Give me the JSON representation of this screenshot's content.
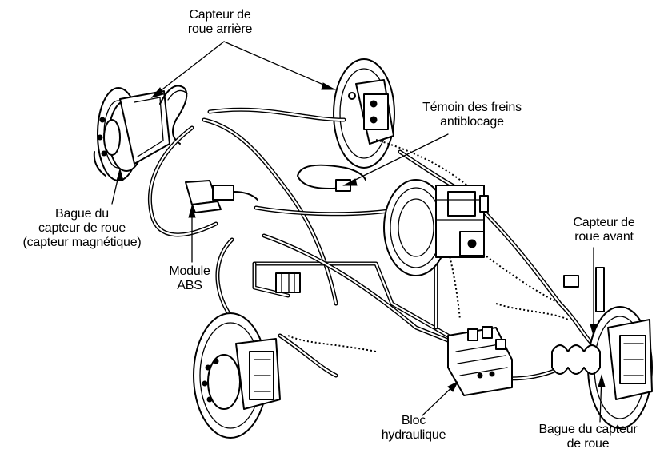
{
  "labels": {
    "rear_wheel_sensor": [
      "Capteur de",
      "roue arrière"
    ],
    "abs_lamp": [
      "Témoin des freins",
      "antiblocage"
    ],
    "rear_sensor_ring": [
      "Bague du",
      "capteur de roue",
      "(capteur magnétique)"
    ],
    "abs_module": [
      "Module",
      "ABS"
    ],
    "front_wheel_sensor": [
      "Capteur de",
      "roue avant"
    ],
    "hydraulic_unit": [
      "Bloc",
      "hydraulique"
    ],
    "front_sensor_ring": [
      "Bague du capteur",
      "de roue"
    ]
  },
  "colors": {
    "ink": "#000000",
    "paper": "#ffffff"
  }
}
